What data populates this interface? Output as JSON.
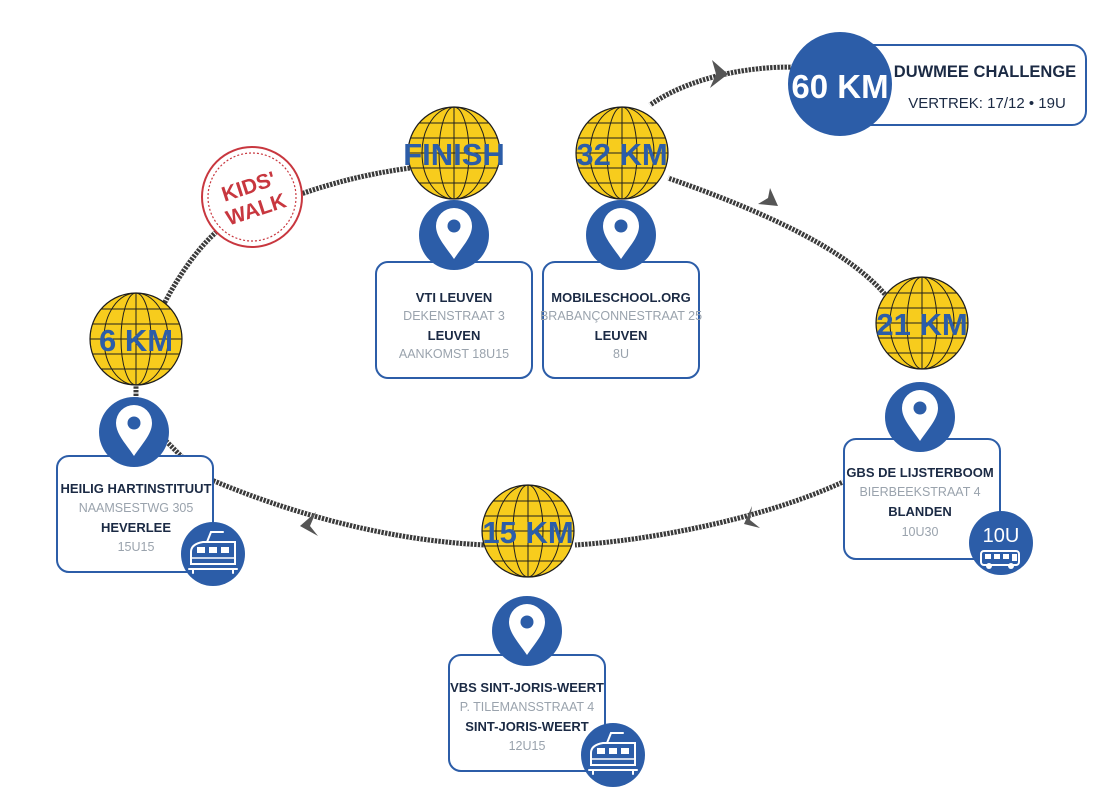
{
  "challenge": {
    "distance": "60 KM",
    "name": "DUWMEE CHALLENGE",
    "departure": "VERTREK: 17/12 • 19U"
  },
  "kids_walk": {
    "line1": "KIDS'",
    "line2": "WALK"
  },
  "globes": {
    "finish": "FINISH",
    "km32": "32 KM",
    "km21": "21 KM",
    "km15": "15 KM",
    "km6": "6 KM"
  },
  "stops": {
    "vti": {
      "name": "VTI LEUVEN",
      "street": "DEKENSTRAAT 3",
      "city": "LEUVEN",
      "time": "AANKOMST 18U15"
    },
    "mobileschool": {
      "name": "MOBILESCHOOL.ORG",
      "street": "BRABANÇONNESTRAAT 25",
      "city": "LEUVEN",
      "time": "8U"
    },
    "gbs": {
      "name": "GBS DE LIJSTERBOOM",
      "street": "BIERBEEKSTRAAT 4",
      "city": "BLANDEN",
      "time": "10U30",
      "badge": "10U"
    },
    "vbs": {
      "name": "VBS SINT-JORIS-WEERT",
      "street": "P. TILEMANSSTRAAT 4",
      "city": "SINT-JORIS-WEERT",
      "time": "12U15"
    },
    "hhi": {
      "name": "HEILIG HARTINSTITUUT",
      "street": "NAAMSESTWG 305",
      "city": "HEVERLEE",
      "time": "15U15"
    }
  },
  "icons": {
    "pin": "map-pin-icon",
    "train": "train-icon",
    "bus": "bus-icon",
    "globe": "globe-icon"
  },
  "colors": {
    "blue": "#2c5da8",
    "yellow": "#f7cc1d",
    "track": "#3a3a3a",
    "stamp": "#c8373f"
  }
}
